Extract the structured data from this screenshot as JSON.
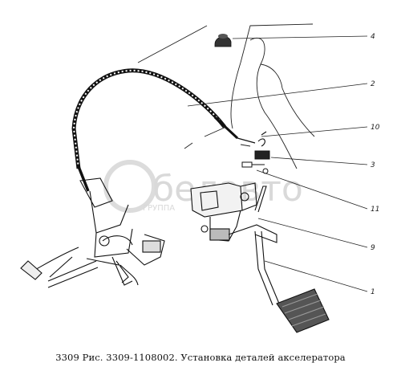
{
  "caption": "3309 Рис. 3309-1108002. Установка деталей акселератора",
  "watermark": {
    "logo_text": "белавто",
    "sub_text": "ГРУППА"
  },
  "callouts": [
    {
      "id": "4",
      "label": "4"
    },
    {
      "id": "2",
      "label": "2"
    },
    {
      "id": "10",
      "label": "10"
    },
    {
      "id": "3",
      "label": "3"
    },
    {
      "id": "11",
      "label": "11"
    },
    {
      "id": "9",
      "label": "9"
    },
    {
      "id": "1",
      "label": "1"
    }
  ],
  "colors": {
    "line": "#1a1a1a",
    "watermark": "#d9d9d9"
  }
}
